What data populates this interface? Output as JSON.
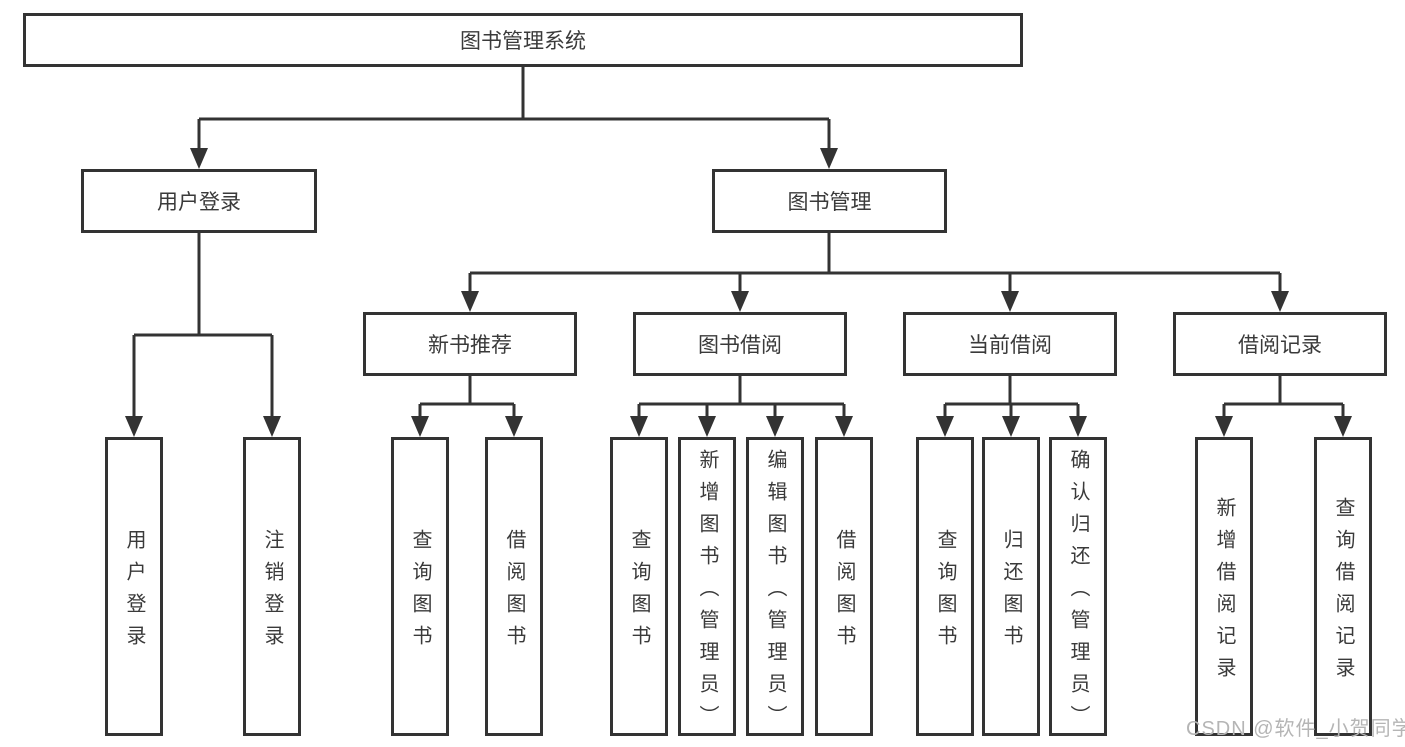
{
  "tree": {
    "label": "图书管理系统",
    "children": [
      {
        "label": "用户登录",
        "children": [
          {
            "label": "用户登录"
          },
          {
            "label": "注销登录"
          }
        ]
      },
      {
        "label": "图书管理",
        "children": [
          {
            "label": "新书推荐",
            "children": [
              {
                "label": "查询图书"
              },
              {
                "label": "借阅图书"
              }
            ]
          },
          {
            "label": "图书借阅",
            "children": [
              {
                "label": "查询图书"
              },
              {
                "label": "新增图书（管理员）"
              },
              {
                "label": "编辑图书（管理员）"
              },
              {
                "label": "借阅图书"
              }
            ]
          },
          {
            "label": "当前借阅",
            "children": [
              {
                "label": "查询图书"
              },
              {
                "label": "归还图书"
              },
              {
                "label": "确认归还（管理员）"
              }
            ]
          },
          {
            "label": "借阅记录",
            "children": [
              {
                "label": "新增借阅记录"
              },
              {
                "label": "查询借阅记录"
              }
            ]
          }
        ]
      }
    ]
  },
  "watermark": "CSDN @软件_小贺同学",
  "colors": {
    "line": "#333333",
    "text": "#3a3a3a",
    "watermark": "#b5b5b5",
    "background": "#ffffff"
  }
}
